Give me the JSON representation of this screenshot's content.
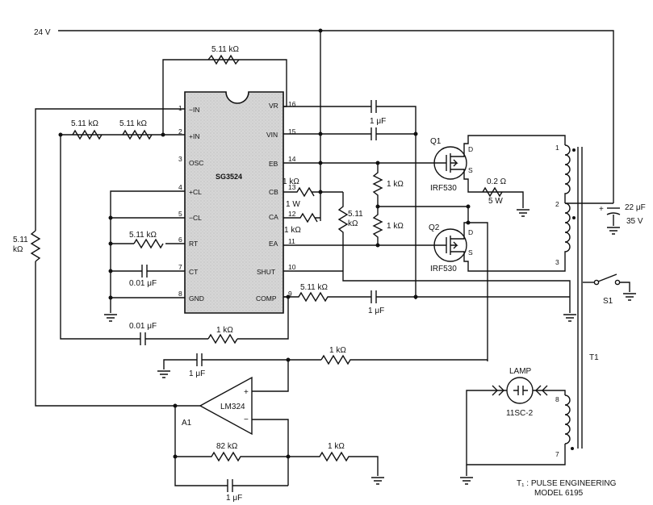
{
  "supply": {
    "label": "24 V"
  },
  "ic": {
    "name": "SG3524",
    "pins_left": [
      {
        "num": "1",
        "name": "−IN"
      },
      {
        "num": "2",
        "name": "+IN"
      },
      {
        "num": "3",
        "name": "OSC"
      },
      {
        "num": "4",
        "name": "+CL"
      },
      {
        "num": "5",
        "name": "−CL"
      },
      {
        "num": "6",
        "name": "RT"
      },
      {
        "num": "7",
        "name": "CT"
      },
      {
        "num": "8",
        "name": "GND"
      }
    ],
    "pins_right": [
      {
        "num": "16",
        "name": "VR"
      },
      {
        "num": "15",
        "name": "VIN"
      },
      {
        "num": "14",
        "name": "EB"
      },
      {
        "num": "13",
        "name": "CB"
      },
      {
        "num": "12",
        "name": "CA"
      },
      {
        "num": "11",
        "name": "EA"
      },
      {
        "num": "10",
        "name": "SHUT"
      },
      {
        "num": "9",
        "name": "COMP"
      }
    ]
  },
  "labels": {
    "r_fb_top": "5.11 kΩ",
    "r_in_a": "5.11 kΩ",
    "r_in_b": "5.11 kΩ",
    "r_left_vert": "5.11\nkΩ",
    "r_rt": "5.11 kΩ",
    "c_ct": "0.01 μF",
    "c_bottom": "0.01 μF",
    "r_bottom": "1 kΩ",
    "c_vin_top": "1 μF",
    "r_cb": "1 kΩ",
    "r_cb_power": "1 W",
    "r_ca": "1 kΩ",
    "r_shut_vert": "5.11\nkΩ",
    "r_gate_top": "1 kΩ",
    "r_gate_bot": "1 kΩ",
    "r_comp": "5.11 kΩ",
    "c_comp": "1 μF",
    "r_sense": "0.2 Ω",
    "r_sense_power": "5 W",
    "c_out_value": "22 μF",
    "c_out_voltage": "35 V",
    "r_fb_1k": "1 kΩ",
    "c_opamp_in": "1 μF",
    "r_opamp_fb": "82 kΩ",
    "c_opamp_fb": "1 μF",
    "r_opamp_in": "1 kΩ"
  },
  "mosfets": {
    "q1": {
      "ref": "Q1",
      "part": "IRF530"
    },
    "q2": {
      "ref": "Q2",
      "part": "IRF530"
    }
  },
  "opamp": {
    "ref": "A1",
    "part": "LM324",
    "plus": "+",
    "minus": "−"
  },
  "transformer": {
    "ref": "T1",
    "pins": [
      "1",
      "2",
      "3",
      "8",
      "7"
    ],
    "note_line1": "T₁ : PULSE ENGINEERING",
    "note_line2": "MODEL 6195"
  },
  "switch": {
    "ref": "S1"
  },
  "lamp": {
    "title": "LAMP",
    "part": "11SC-2"
  },
  "cap_polarity": "+"
}
